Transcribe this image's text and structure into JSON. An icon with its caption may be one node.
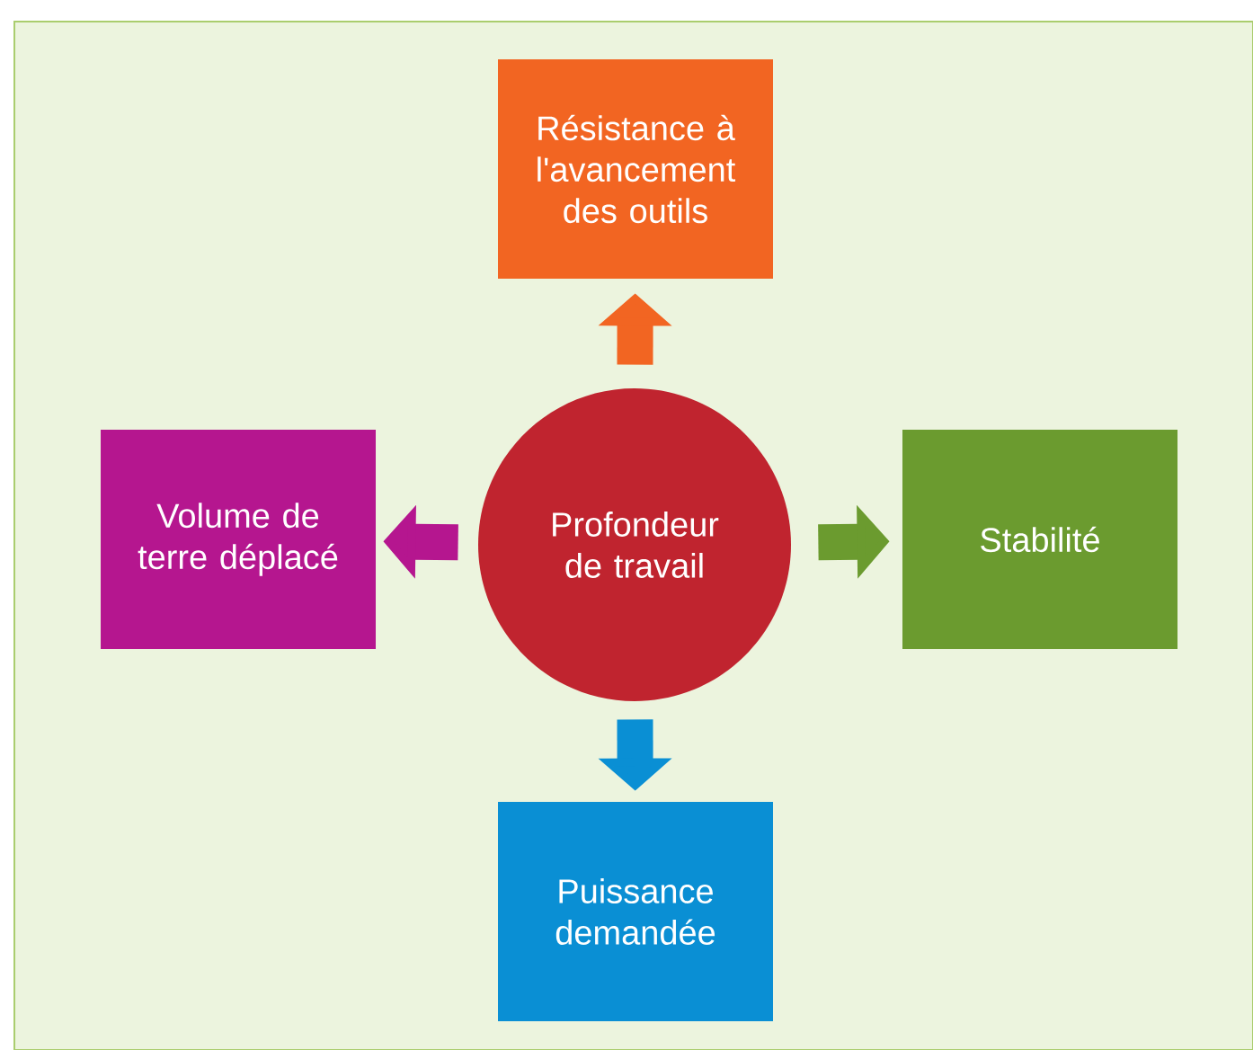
{
  "diagram": {
    "nodes": [
      {
        "text": [
          "Profondeur de travail"
        ]
      },
      {
        "text": [
          "Résistance à l'avancement des outils"
        ]
      },
      {
        "text": [
          "Volume de terre déplacé"
        ]
      },
      {
        "text": [
          "Stabilité"
        ]
      },
      {
        "text": [
          "Puissance demandée"
        ]
      }
    ],
    "edges": [
      {
        "from": 0,
        "to": 1,
        "arrow": "to",
        "color": "#f26522"
      },
      {
        "from": 0,
        "to": 2,
        "arrow": "to",
        "color": "#b5168f"
      },
      {
        "from": 0,
        "to": 3,
        "arrow": "to",
        "color": "#6b9b2f"
      },
      {
        "from": 0,
        "to": 4,
        "arrow": "to",
        "color": "#0a8fd4"
      }
    ]
  }
}
